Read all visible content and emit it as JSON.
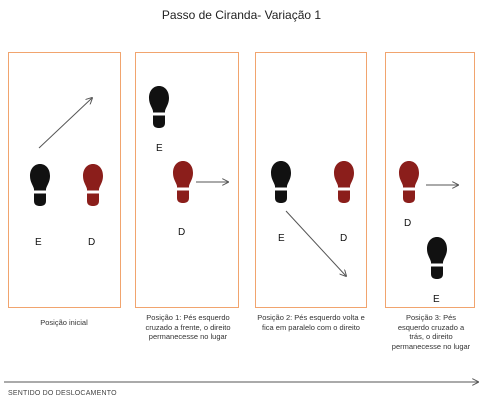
{
  "title": "Passo de Ciranda- Variação 1",
  "colors": {
    "left_foot": "#111111",
    "right_foot": "#8b1e1b",
    "panel_border": "#f1a46e",
    "arrow": "#555555"
  },
  "panels": [
    {
      "left_label": "E",
      "right_label": "D",
      "caption": "Posição inicial"
    },
    {
      "left_label": "E",
      "right_label": "D",
      "caption": "Posição 1: Pés esquerdo cruzado a frente, o direito permanecesse no lugar"
    },
    {
      "left_label": "E",
      "right_label": "D",
      "caption": "Posição 2: Pés esquerdo volta e fica em paralelo com o direito"
    },
    {
      "left_label": "D",
      "right_label": "E",
      "caption": "Posição 3: Pés esquerdo cruzado a trás, o direito permanecesse no lugar"
    }
  ],
  "direction_label": "SENTIDO DO DESLOCAMENTO"
}
